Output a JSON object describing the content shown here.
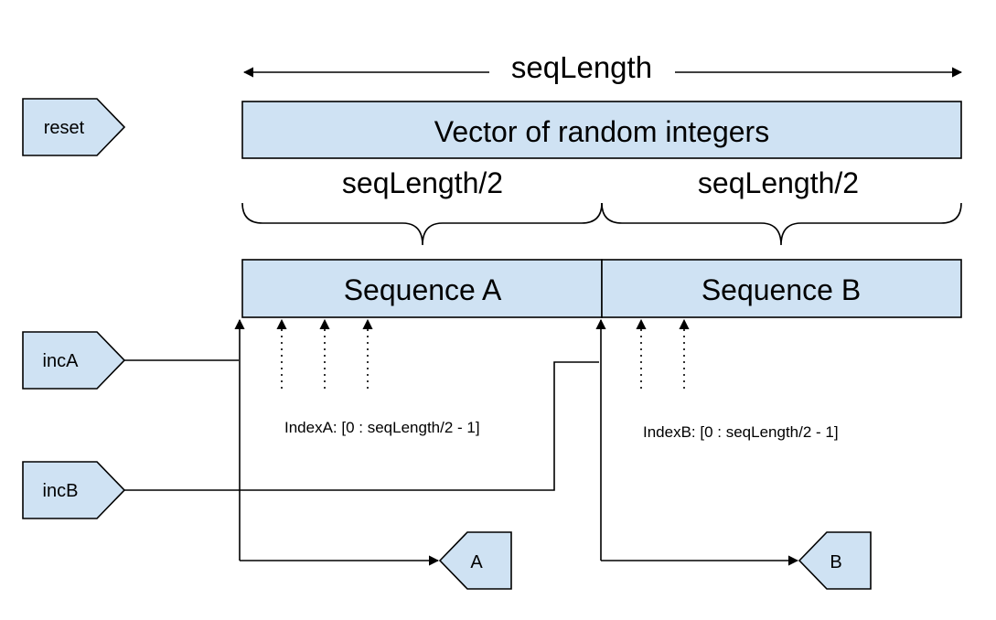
{
  "colors": {
    "box_fill": "#cfe2f3",
    "stroke": "#000000",
    "background": "#ffffff"
  },
  "top_dimension": {
    "label": "seqLength"
  },
  "vector_box": {
    "label": "Vector of random integers"
  },
  "halves": [
    {
      "label": "seqLength/2"
    },
    {
      "label": "seqLength/2"
    }
  ],
  "sequences": [
    {
      "label": "Sequence A"
    },
    {
      "label": "Sequence B"
    }
  ],
  "inputs": {
    "reset": {
      "label": "reset"
    },
    "incA": {
      "label": "incA"
    },
    "incB": {
      "label": "incB"
    }
  },
  "outputs": {
    "A": {
      "label": "A"
    },
    "B": {
      "label": "B"
    }
  },
  "index_labels": {
    "a": "IndexA: [0 : seqLength/2 - 1]",
    "b": "IndexB: [0 : seqLength/2 - 1]"
  }
}
